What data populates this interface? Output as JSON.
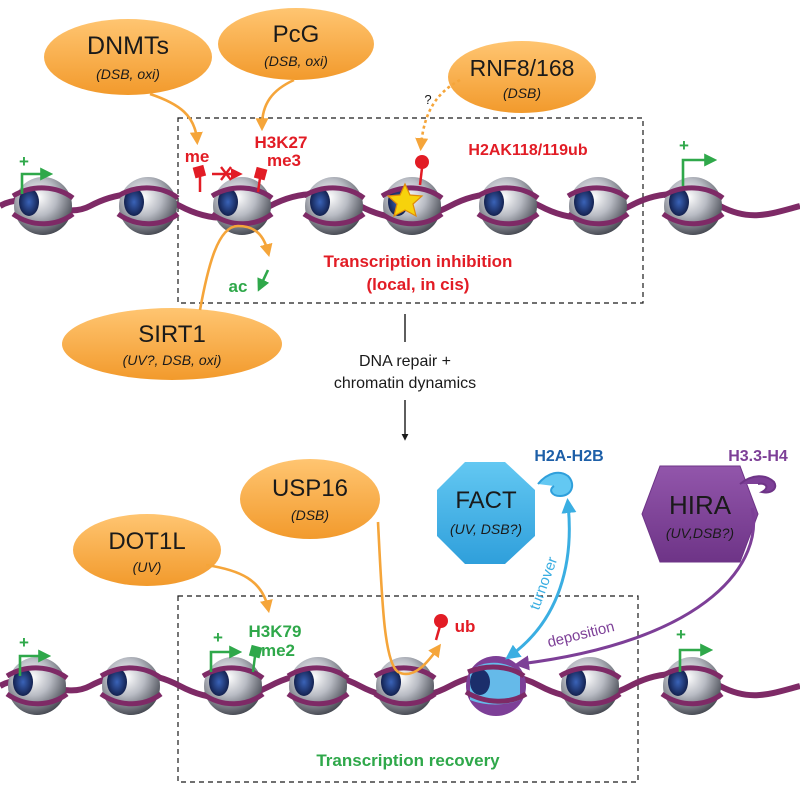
{
  "colors": {
    "orange": "#f5a53a",
    "red": "#e21c25",
    "green": "#2fa84a",
    "purple_fiber": "#7e2a66",
    "purple_hira": "#7d3f97",
    "fact_blue": "#3aaee2",
    "h2a_label": "#1d5fa8",
    "black": "#1a1a1a"
  },
  "top": {
    "enzymes": {
      "dnmts": {
        "name": "DNMTs",
        "context": "(DSB, oxi)"
      },
      "pcg": {
        "name": "PcG",
        "context": "(DSB, oxi)"
      },
      "rnf": {
        "name": "RNF8/168",
        "context": "(DSB)"
      },
      "sirt1": {
        "name": "SIRT1",
        "context": "(UV?, DSB, oxi)"
      }
    },
    "marks": {
      "me": "me",
      "h3k27_line1": "H3K27",
      "h3k27_line2": "me3",
      "h2ak": "H2AK118/119ub",
      "ac": "ac",
      "question": "?",
      "plus": "+"
    },
    "box_caption_line1": "Transcription inhibition",
    "box_caption_line2": "(local, in cis)"
  },
  "middle": {
    "line1": "DNA repair +",
    "line2": "chromatin dynamics"
  },
  "bottom": {
    "enzymes": {
      "usp16": {
        "name": "USP16",
        "context": "(DSB)"
      },
      "dot1l": {
        "name": "DOT1L",
        "context": "(UV)"
      }
    },
    "chaperones": {
      "fact": {
        "name": "FACT",
        "context": "(UV, DSB?)",
        "cargo": "H2A-H2B"
      },
      "hira": {
        "name": "HIRA",
        "context": "(UV,DSB?)",
        "cargo": "H3.3-H4"
      }
    },
    "marks": {
      "h3k79_line1": "H3K79",
      "h3k79_line2": "me2",
      "ub": "ub",
      "plus": "+"
    },
    "turnover": "turnover",
    "deposition": "deposition",
    "box_caption": "Transcription recovery"
  },
  "icons": [
    "nucleosome-icon",
    "star-icon",
    "arrow-icon",
    "methyl-flag-icon",
    "ubiquitin-lollipop-icon"
  ]
}
